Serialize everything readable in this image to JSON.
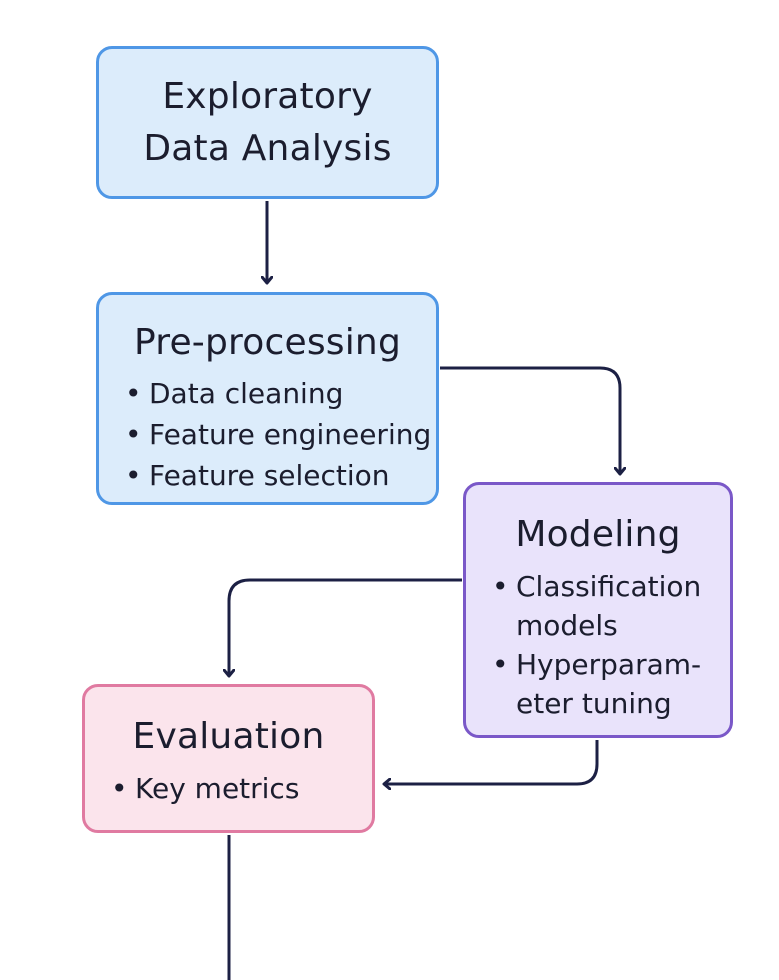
{
  "diagram": {
    "nodes": {
      "eda": {
        "title_line1": "Exploratory",
        "title_line2": "Data Analysis",
        "fill": "#dcecfb",
        "border": "#4f97e6"
      },
      "preprocessing": {
        "title": "Pre-processing",
        "items": [
          "Data cleaning",
          "Feature engineering",
          "Feature selection"
        ],
        "fill": "#dcecfb",
        "border": "#4f97e6"
      },
      "modeling": {
        "title": "Modeling",
        "items": [
          "Classification models",
          "Hyperparam-eter tuning"
        ],
        "fill": "#e9e3fb",
        "border": "#7a58c8"
      },
      "evaluation": {
        "title": "Evaluation",
        "items": [
          "Key metrics"
        ],
        "fill": "#fbe4ec",
        "border": "#e07aa1"
      }
    },
    "edges": [
      {
        "from": "eda",
        "to": "preprocessing"
      },
      {
        "from": "preprocessing",
        "to": "modeling"
      },
      {
        "from": "modeling",
        "to": "evaluation"
      },
      {
        "from": "modeling",
        "to": "evaluation"
      }
    ],
    "connector_color": "#1c2044"
  }
}
